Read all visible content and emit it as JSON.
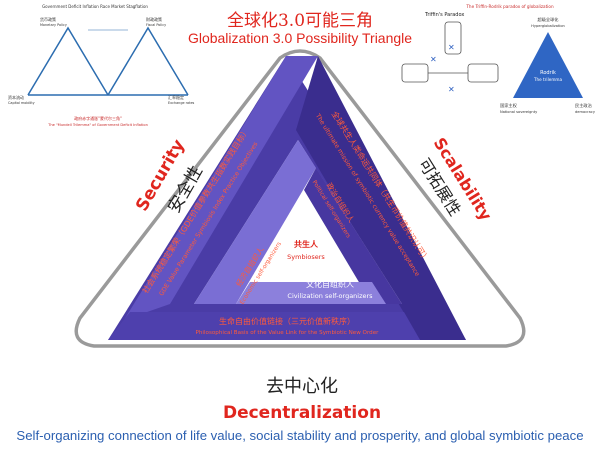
{
  "header": {
    "title_cn": "全球化3.0可能三角",
    "title_en": "Globalization 3.0 Possibility Triangle"
  },
  "left_inset": {
    "title": "Government Deficit Inflation Race Market Stagflation",
    "top_left_cn": "货币政策",
    "top_left_en": "Monetary Policy",
    "top_right_cn": "财政政策",
    "top_right_en": "Fiscal Policy",
    "bottom_left_cn": "资本流动",
    "bottom_left_en": "Capital mobility",
    "bottom_right_cn": "汇率稳定",
    "bottom_right_en": "Exchange rates",
    "caption_cn": "政府赤字通胀\"蒙代尔三角\"",
    "caption_en": "The \"Mundell Trilemma\" of Government Deficit Inflation"
  },
  "triffin_inset": {
    "title": "Triffin's Paradox"
  },
  "rodrik_inset": {
    "title": "The Triffin-Rodrik paradox of globalization",
    "top_cn": "超级全球化",
    "top_en": "Hyperglobalization",
    "center_cn": "Rodrik",
    "center_en": "The trilemma",
    "bottom_left_cn": "国家主权",
    "bottom_left_en": "National sovereignty",
    "bottom_right_cn": "民主政治",
    "bottom_right_en": "democracy"
  },
  "sides": {
    "left_en": "Security",
    "left_cn": "安全性",
    "right_en": "Scalability",
    "right_cn": "可拓展性",
    "bottom_cn": "去中心化",
    "bottom_en": "Decentralization"
  },
  "penrose": {
    "left_bar_cn": "社会系统稳定繁荣（GDE价值参数共生指数实践目标）",
    "left_bar_en": "GDE Value Parameter Symbiosis Index Practice Objectives",
    "right_bar_cn": "全球共生人类命运共同体（共生币价值共识认可）",
    "right_bar_en": "The ultimate mission of symbiotic currency value acceptance",
    "bottom_bar_cn": "生命自由价值链接（三元价值新秩序）",
    "bottom_bar_en": "Philosophical Basis of the Value Link for the Symbiotic New Order",
    "inner_left_cn": "经济自组织人",
    "inner_left_en": "Economic self-organizers",
    "inner_right_cn": "政治自组织人",
    "inner_right_en": "Political self-organizers",
    "inner_bottom_cn": "文化自组织人",
    "inner_bottom_en": "Civilization self-organizers",
    "center_cn": "共生人",
    "center_en": "Symbiosers"
  },
  "footer": {
    "caption": "Self-organizing connection of life value, social stability and prosperity, and global symbiotic peace"
  },
  "colors": {
    "red": "#e0261e",
    "blue_caption": "#2b5fb0",
    "purple_dark": "#3a2a86",
    "purple_mid": "#5a4bb5",
    "purple_light": "#8478d8",
    "frame_gray": "#9a9a9a"
  }
}
